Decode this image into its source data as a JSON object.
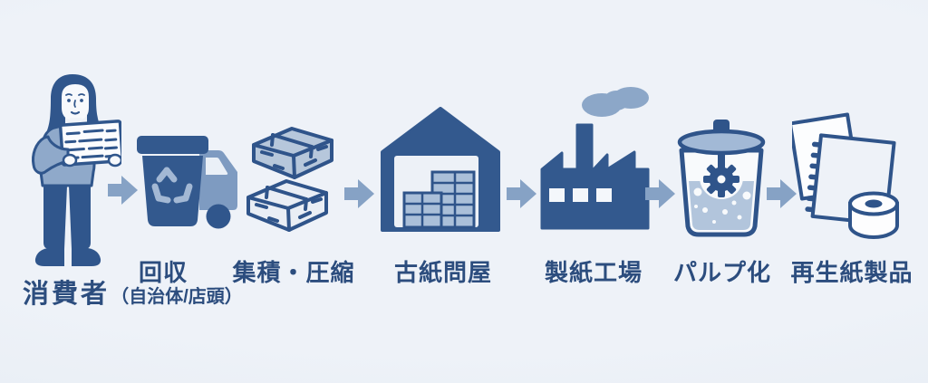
{
  "diagram": {
    "stages": [
      {
        "id": "consumer",
        "label": "消費者"
      },
      {
        "id": "collection",
        "label": "回収",
        "sublabel": "（自治体/店頭）"
      },
      {
        "id": "compression",
        "label": "集積・圧縮"
      },
      {
        "id": "wholesaler",
        "label": "古紙問屋"
      },
      {
        "id": "paper_mill",
        "label": "製紙工場"
      },
      {
        "id": "pulping",
        "label": "パルプ化"
      },
      {
        "id": "products",
        "label": "再生紙製品"
      }
    ],
    "icons": [
      "consumer-person-icon",
      "recycling-bin-and-truck-icon",
      "paper-bales-icon",
      "warehouse-icon",
      "paper-mill-factory-icon",
      "pulper-icon",
      "recycled-paper-products-icon"
    ],
    "colors": {
      "background": "#eaeff5",
      "navy": "#33598e",
      "steel_blue": "#84a0c4",
      "light_blue": "#b4c6db",
      "pale_fill": "#e9eef5",
      "paper_white": "#fbfcfe",
      "label_text": "#2c4d7e"
    }
  }
}
